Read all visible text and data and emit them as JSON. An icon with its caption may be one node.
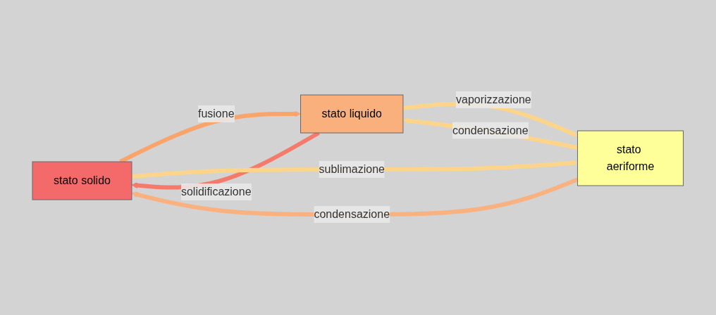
{
  "diagram": {
    "nodes": [
      {
        "text": [
          "stato solido"
        ]
      },
      {
        "text": [
          "stato liquido"
        ]
      },
      {
        "text": [
          "stato aeriforme"
        ]
      }
    ],
    "edges": [
      {
        "from": 2,
        "to": 0,
        "arrow": "to",
        "label": "condensazione",
        "color": "#f9b27f"
      },
      {
        "from": 1,
        "to": 0,
        "arrow": "to",
        "label": "solidificazione",
        "color": "#f47b6b"
      },
      {
        "from": 0,
        "to": 1,
        "arrow": "to",
        "label": "fusione",
        "color": "#f9a46b"
      },
      {
        "from": 2,
        "to": 1,
        "arrow": "to",
        "label": "condensazione"
      },
      {
        "from": 1,
        "to": 2,
        "arrow": "to",
        "label": "vaporizzazione"
      },
      {
        "from": 0,
        "to": 2,
        "arrow": "to",
        "label": "sublimazione"
      }
    ]
  }
}
